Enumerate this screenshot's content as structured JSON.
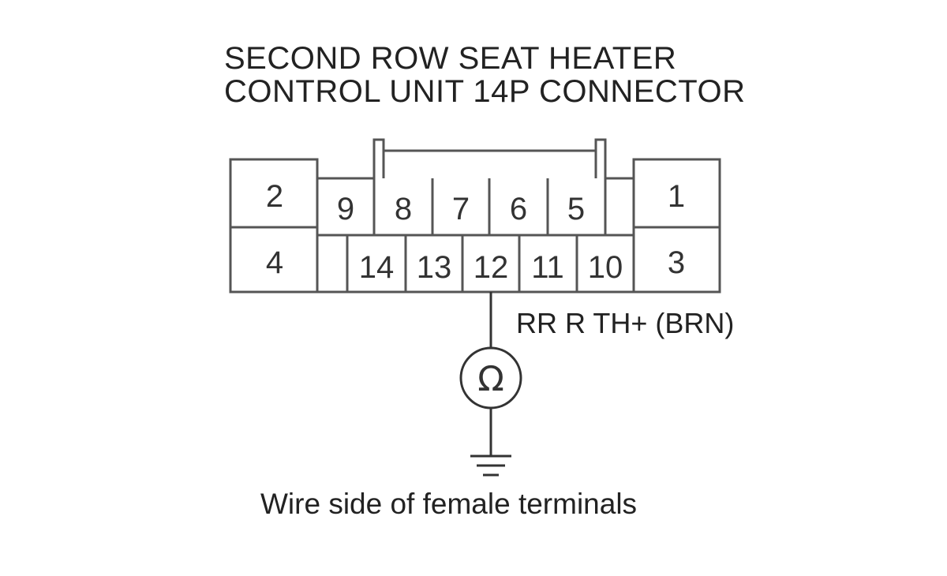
{
  "title": {
    "line1": "SECOND ROW SEAT HEATER",
    "line2": "CONTROL UNIT 14P CONNECTOR"
  },
  "connector": {
    "pins": [
      "1",
      "2",
      "3",
      "4",
      "5",
      "6",
      "7",
      "8",
      "9",
      "10",
      "11",
      "12",
      "13",
      "14"
    ]
  },
  "probe": {
    "terminal": "12",
    "wire_label": "RR R TH+ (BRN)",
    "meter_symbol": "Ω",
    "meter_icon": "ohmmeter-icon",
    "ground_icon": "ground-icon"
  },
  "caption": "Wire side of female terminals"
}
